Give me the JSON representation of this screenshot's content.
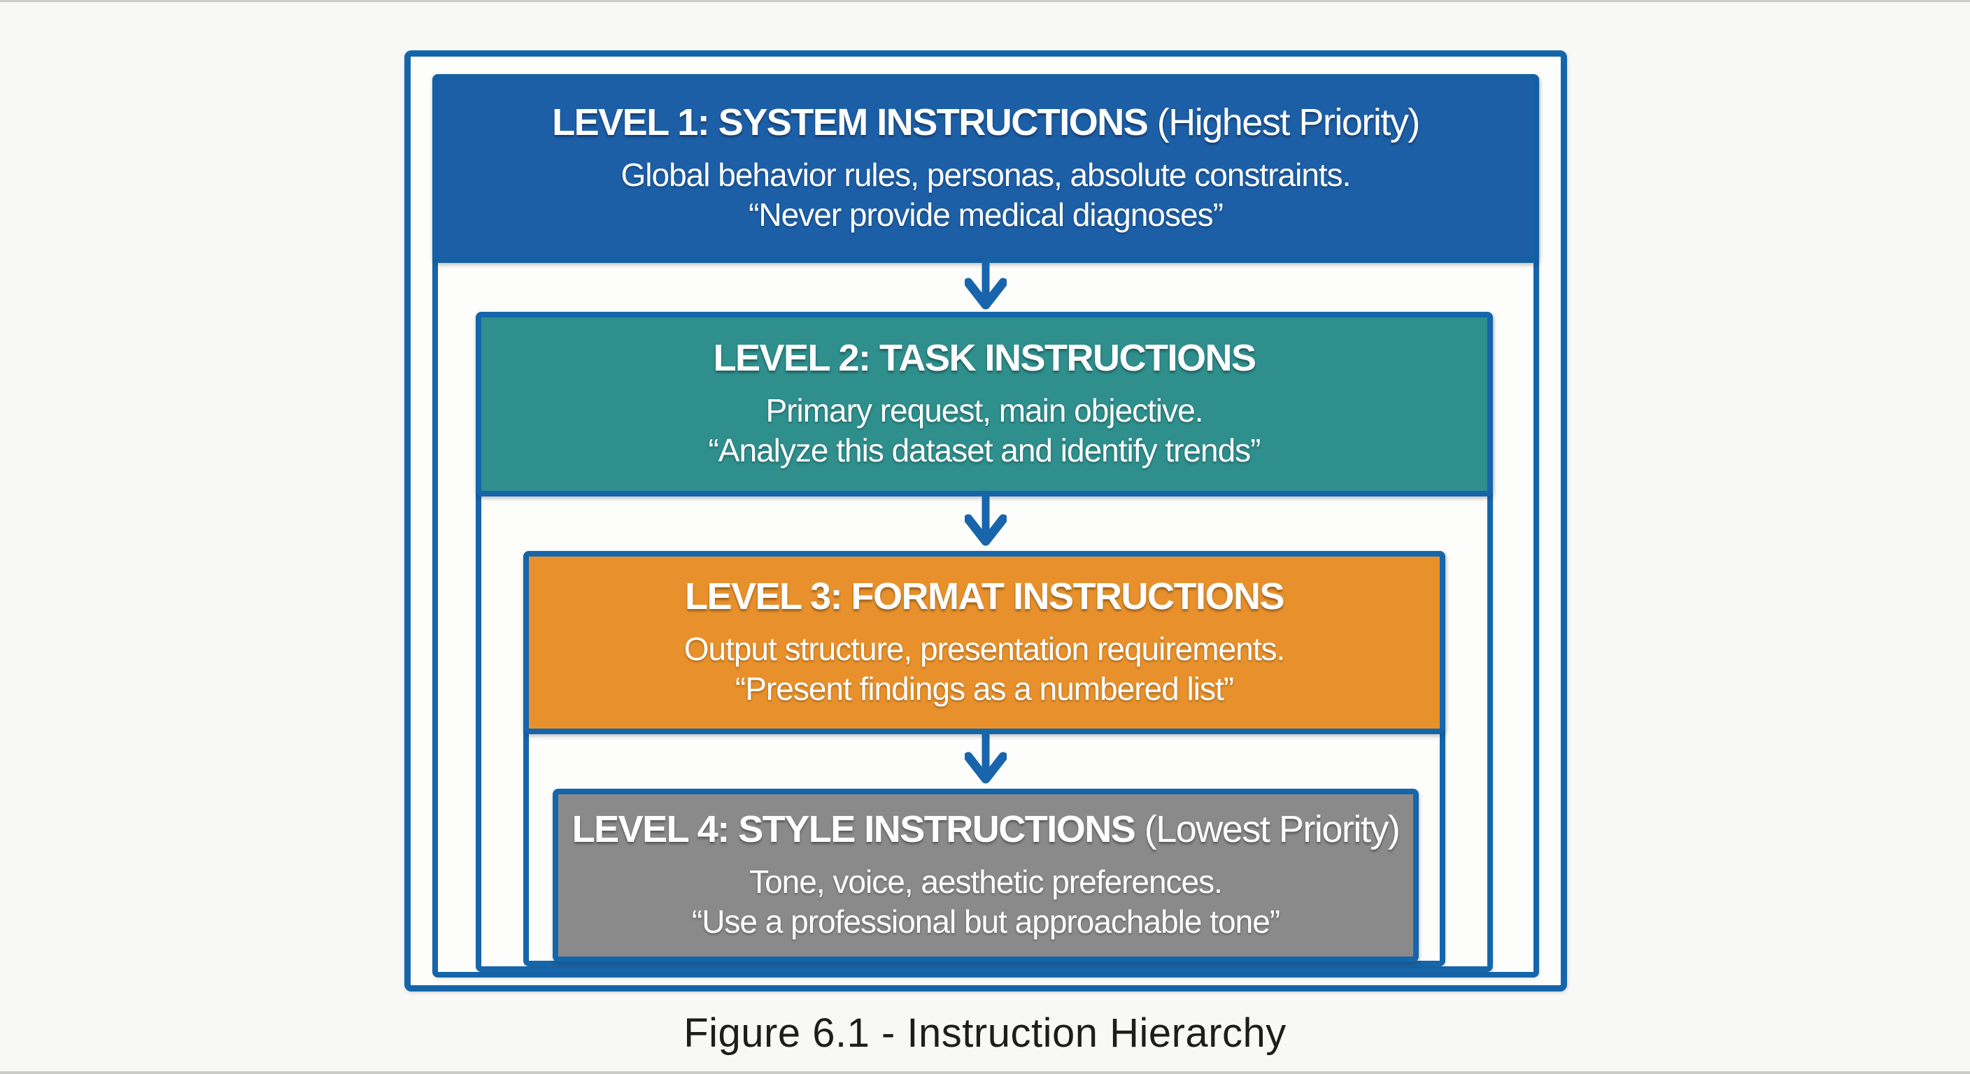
{
  "figure": {
    "caption": "Figure 6.1 - Instruction Hierarchy"
  },
  "colors": {
    "frame_blue": "#1565AB",
    "level1_blue": "#1D5FA7",
    "level2_teal": "#2E8F8D",
    "level3_orange": "#E8912C",
    "level4_gray": "#8A8A8A",
    "arrow_blue": "#1865AD",
    "box_text": "#FFFFFF",
    "caption_text": "#1D1D1D",
    "page_background": "#F8F8F6"
  },
  "levels": [
    {
      "title": "LEVEL 1: SYSTEM INSTRUCTIONS",
      "title_suffix": " (Highest Priority)",
      "line1": "Global behavior rules, personas, absolute constraints.",
      "line2": "“Never provide medical diagnoses”"
    },
    {
      "title": "LEVEL 2: TASK INSTRUCTIONS",
      "title_suffix": "",
      "line1": "Primary request, main objective.",
      "line2": "“Analyze this dataset and identify trends”"
    },
    {
      "title": "LEVEL 3: FORMAT INSTRUCTIONS",
      "title_suffix": "",
      "line1": "Output structure, presentation requirements.",
      "line2": "“Present findings as a numbered list”"
    },
    {
      "title": "LEVEL 4: STYLE INSTRUCTIONS",
      "title_suffix": " (Lowest Priority)",
      "line1": "Tone, voice, aesthetic preferences.",
      "line2": "“Use a professional but approachable tone”"
    }
  ]
}
